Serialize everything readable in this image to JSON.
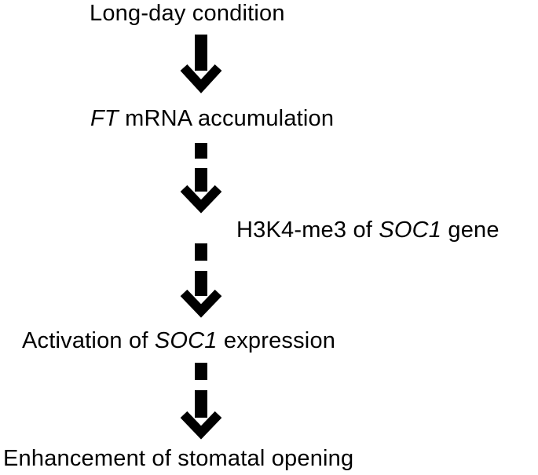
{
  "diagram": {
    "nodes": {
      "long_day": "Long-day condition",
      "ft_italic": "FT",
      "ft_rest": " mRNA accumulation",
      "h3k4_pre": "H3K4-me3 of ",
      "h3k4_italic": "SOC1",
      "h3k4_post": " gene",
      "activation_pre": "Activation of ",
      "activation_italic": "SOC1",
      "activation_post": " expression",
      "stomatal": "Enhancement of stomatal opening"
    },
    "edges": [
      {
        "from": "long_day",
        "to": "ft_mrna",
        "style": "solid"
      },
      {
        "from": "ft_mrna",
        "to": "activation_soc1",
        "style": "dashed",
        "label": "h3k4"
      },
      {
        "from": "activation_soc1",
        "to": "stomatal",
        "style": "dashed"
      }
    ],
    "colors": {
      "ink": "#000000",
      "background": "#ffffff"
    }
  }
}
